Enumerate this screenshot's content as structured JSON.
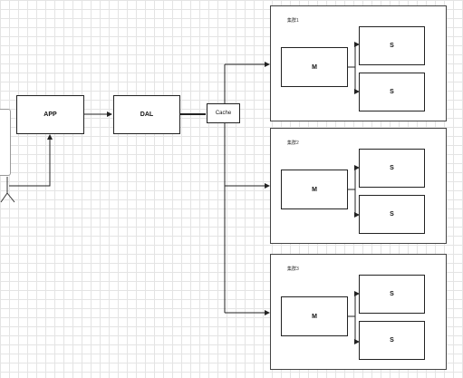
{
  "nodes": {
    "app": "APP",
    "dal": "DAL",
    "cache": "Cache"
  },
  "groups": [
    {
      "label": "集群1",
      "master": "M",
      "slaves": [
        "S",
        "S"
      ]
    },
    {
      "label": "集群2",
      "master": "M",
      "slaves": [
        "S",
        "S"
      ]
    },
    {
      "label": "集群3",
      "master": "M",
      "slaves": [
        "S",
        "S"
      ]
    }
  ]
}
